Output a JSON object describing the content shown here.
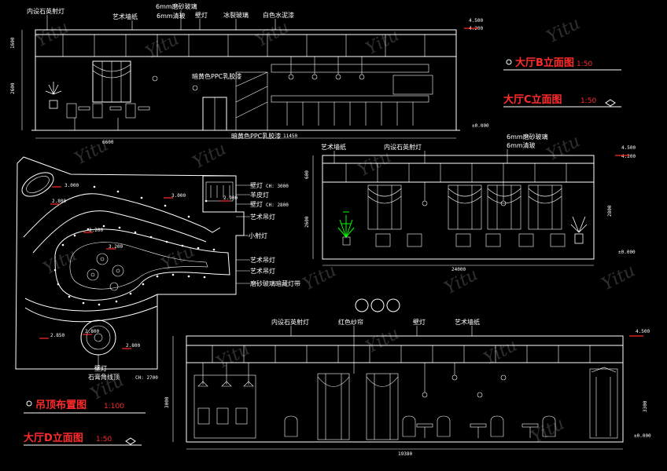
{
  "titles": {
    "b_elev": "大厅B立面图",
    "b_scale": "1:50",
    "c_elev": "大厅C立面图",
    "c_scale": "1:50",
    "ceiling": "吊顶布置图",
    "ceiling_scale": "1:100",
    "d_elev": "大厅D立面图",
    "d_scale": "1:50"
  },
  "top_labels": {
    "spotlight": "内设石英射灯",
    "wallpaper": "艺术墙纸",
    "frosted_glass": "6mm磨砂玻璃",
    "clear_glass": "6mm清玻",
    "wall_lamp": "壁灯",
    "ice_glass": "冰裂玻璃",
    "white_paint": "白色水泥漆",
    "ppc_panel": "暗黄色PPC乳胶漆",
    "ppc_panel_bottom": "暗黄色PPC乳胶漆"
  },
  "top_dims": {
    "h1": "1600",
    "h2": "2600",
    "len1": "6600",
    "len2": "11450",
    "lv1": "4.500",
    "lv2": "4.200",
    "lv0": "±0.000"
  },
  "ceiling_labels": {
    "wall_lamp": "壁灯",
    "wall_lamp_ch": "CH: 3000",
    "sheepskin_lamp": "羊皮灯",
    "wall_lamp2": "壁灯",
    "wall_lamp2_ch": "CH: 2800",
    "art_lamp1": "艺术吊灯",
    "small_spot": "小射灯",
    "art_lamp2": "艺术吊灯",
    "art_lamp3": "艺术吊灯",
    "frosted_strip": "磨砂玻璃暗藏灯带",
    "wall_lamp3": "壁灯",
    "plaster_line": "石膏角线顶",
    "plaster_ch": "CH: 2700",
    "e1": "3.000",
    "e2": "2.800",
    "e3": "3.200",
    "e4": "3.000",
    "e5": "2.900",
    "e6": "3.200",
    "e7": "2.800",
    "e8": "2.850",
    "e9": "2.800"
  },
  "c_labels": {
    "wallpaper": "艺术墙纸",
    "spotlight": "内设石英射灯",
    "frosted": "6mm磨砂玻璃",
    "clear": "6mm清玻",
    "width": "24000",
    "h1": "2600",
    "h2": "600",
    "h3": "2800",
    "lv1": "4.500",
    "lv2": "4.200",
    "lv0": "±0.000"
  },
  "d_labels": {
    "spotlight": "内设石英射灯",
    "red_curtain": "红色纱帘",
    "wall_lamp": "壁灯",
    "wallpaper": "艺术墙纸",
    "width": "19380",
    "h1": "3000",
    "h2": "3300",
    "lv1": "4.500",
    "lv0": "±0.000"
  },
  "watermark": "Yitu",
  "colors": {
    "background": "#000000",
    "line": "#ffffff",
    "title": "#ff2b2b",
    "cyan": "#00e5ff",
    "yellow": "#ffe000",
    "green": "#00ff00"
  }
}
